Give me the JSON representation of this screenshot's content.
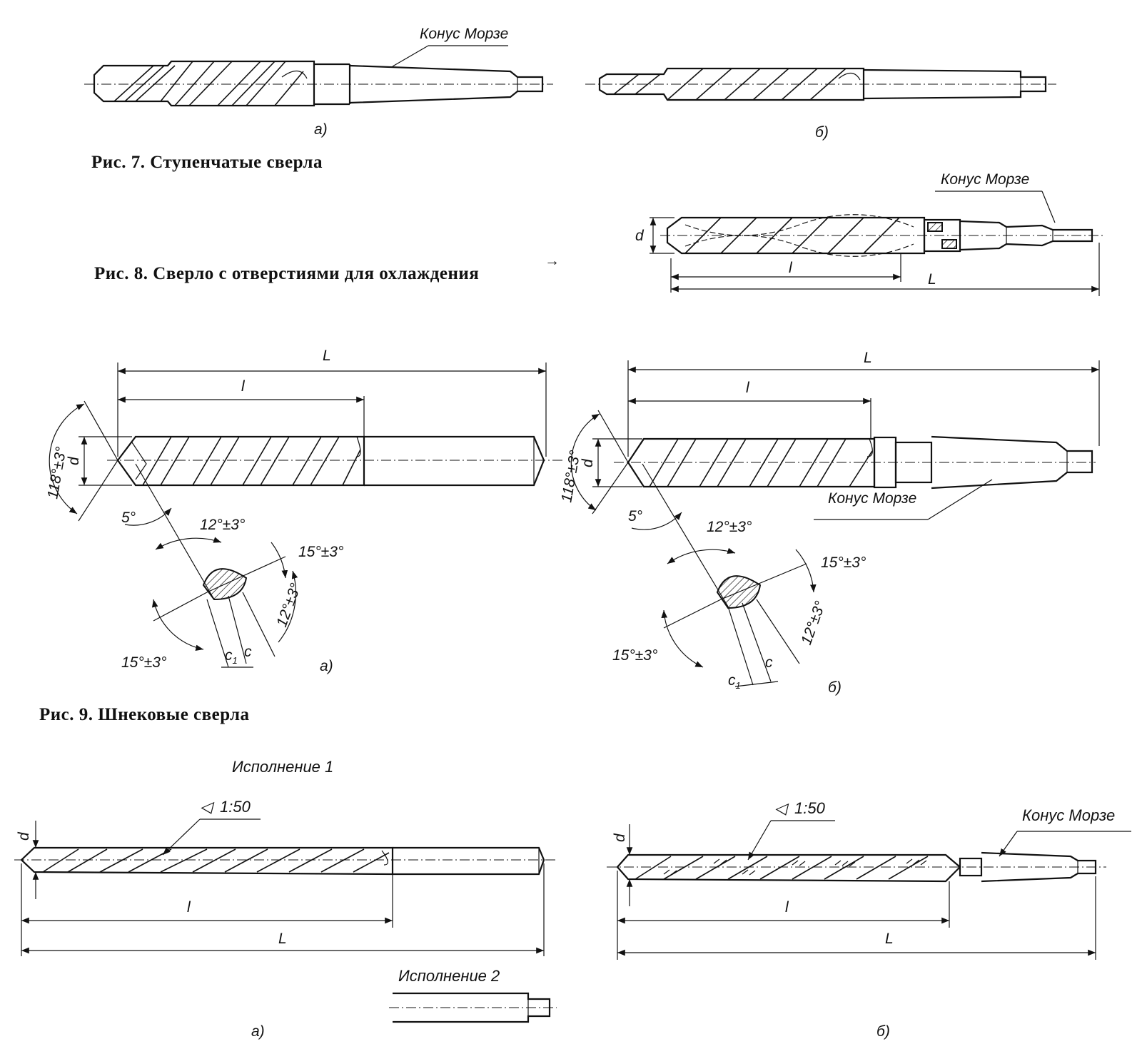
{
  "captions": {
    "fig7": "Рис. 7. Ступенчатые сверла",
    "fig8": "Рис. 8. Сверло с отверстиями для охлаждения",
    "fig9": "Рис. 9. Шнековые сверла"
  },
  "labels": {
    "morse_taper": "Конус Морзе",
    "variant_a": "а)",
    "variant_b": "б)",
    "d": "d",
    "l": "l",
    "L": "L",
    "c": "c",
    "c1": "c",
    "c1_sub": "1",
    "arrow_mark": "→",
    "angle_118": "118°±3°",
    "angle_5": "5°",
    "angle_12": "12°±3°",
    "angle_15": "15°±3°",
    "execution_1": "Исполнение 1",
    "execution_2": "Исполнение 2",
    "taper_ratio": "1:50",
    "taper_symbol": "◁"
  }
}
